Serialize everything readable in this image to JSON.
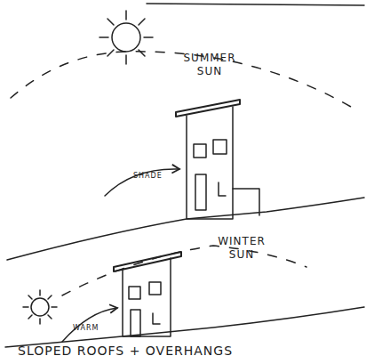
{
  "diagram": {
    "caption": "SLOPED ROOFS + OVERHANGS",
    "labels": [
      "SUMMER SUN",
      "SHADE",
      "WINTER SUN",
      "WARM"
    ]
  }
}
